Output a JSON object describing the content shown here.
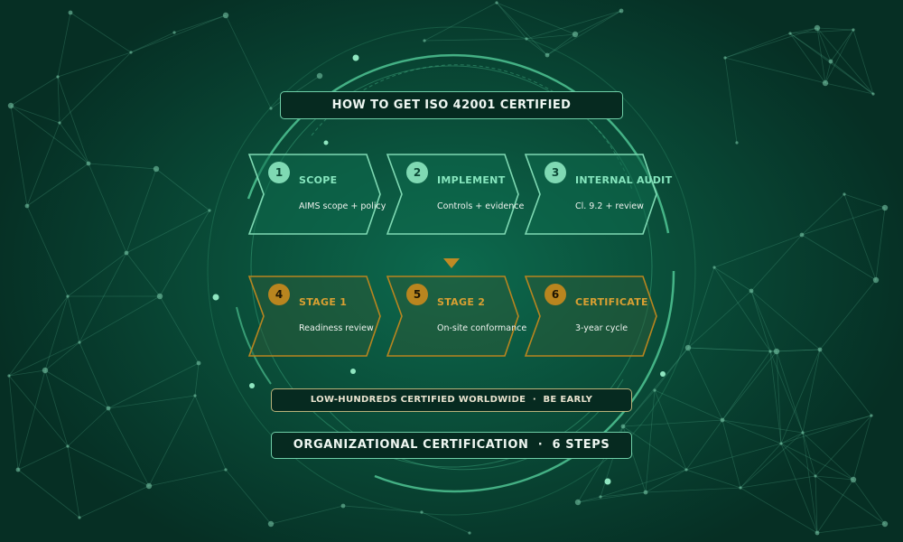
{
  "title": "HOW TO GET ISO 42001 CERTIFIED",
  "steps": [
    {
      "num": "1",
      "title": "SCOPE",
      "desc": "AIMS scope + policy"
    },
    {
      "num": "2",
      "title": "IMPLEMENT",
      "desc": "Controls + evidence"
    },
    {
      "num": "3",
      "title": "INTERNAL AUDIT",
      "desc": "Cl. 9.2 + review"
    },
    {
      "num": "4",
      "title": "STAGE 1",
      "desc": "Readiness review"
    },
    {
      "num": "5",
      "title": "STAGE 2",
      "desc": "On-site conformance"
    },
    {
      "num": "6",
      "title": "CERTIFICATE",
      "desc": "3-year cycle"
    }
  ],
  "note": "LOW-HUNDREDS CERTIFIED WORLDWIDE  ·  BE EARLY",
  "footer": "ORGANIZATIONAL CERTIFICATION  ·  6 STEPS",
  "colors": {
    "background": "#0a4f3a",
    "teal_accent": "#7fd9b3",
    "gold_accent": "#b9851f",
    "pill_background": "#062a20"
  }
}
